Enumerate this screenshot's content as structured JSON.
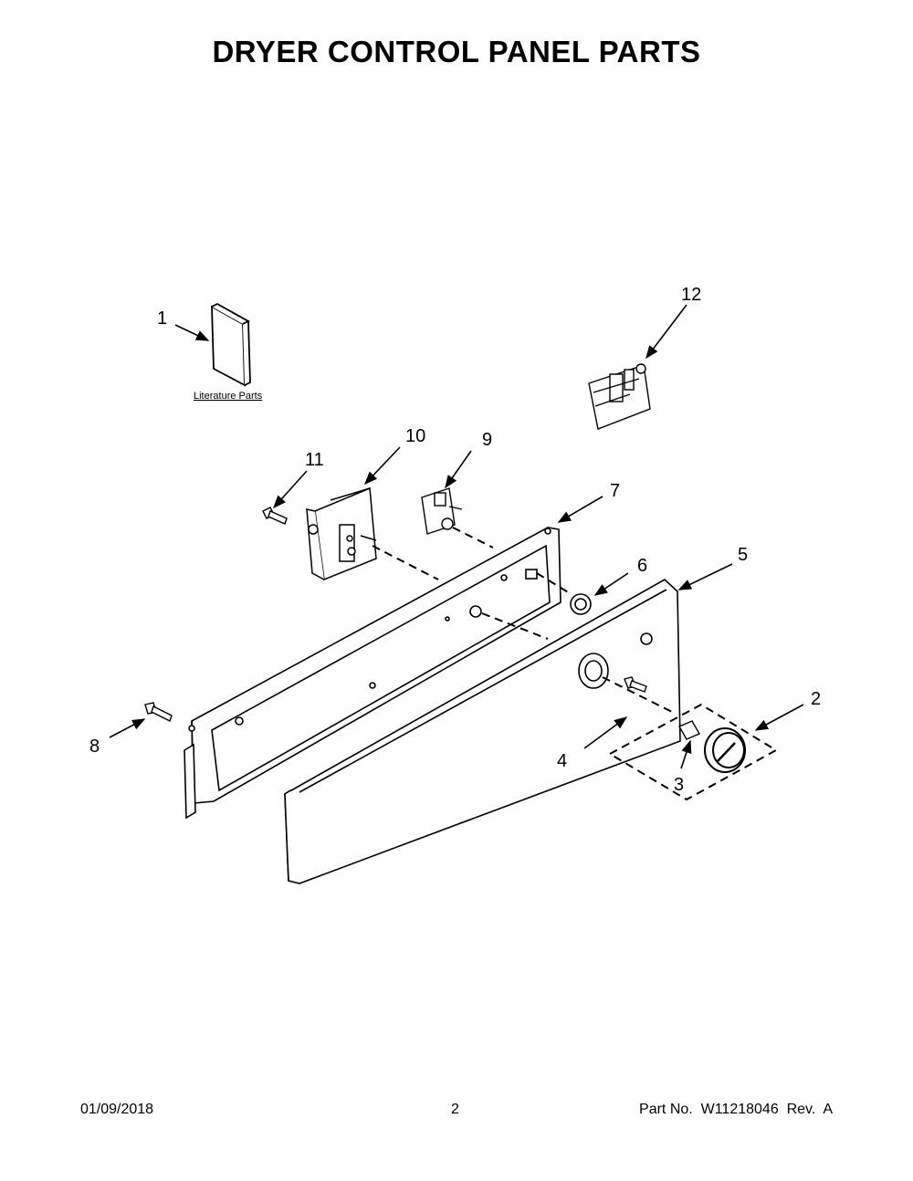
{
  "title": "DRYER CONTROL PANEL PARTS",
  "literature_label": "Literature Parts",
  "callouts": [
    "1",
    "2",
    "3",
    "4",
    "5",
    "6",
    "7",
    "8",
    "9",
    "10",
    "11",
    "12"
  ],
  "footer": {
    "date": "01/09/2018",
    "page": "2",
    "part_number": "Part No.  W11218046  Rev.  A"
  }
}
